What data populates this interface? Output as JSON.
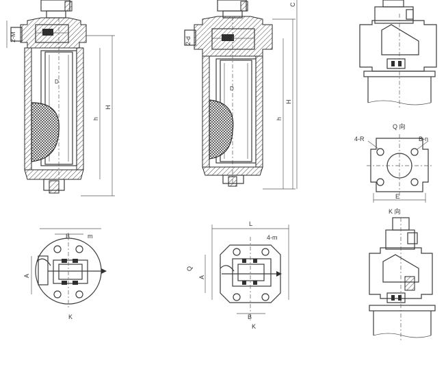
{
  "labels": {
    "v1_port": "2-M",
    "v1_d": "D",
    "v1_h": "h",
    "v1_H": "H",
    "v2_port": "2-d",
    "v2_d": "D",
    "v2_h": "h",
    "v2_H": "H",
    "v2_C": "C",
    "p1_B": "B",
    "p1_m": "m",
    "p1_A": "A",
    "p1_K": "K",
    "p2_L": "L",
    "p2_4m": "4-m",
    "p2_Q": "Q",
    "p2_A": "A",
    "p2_B": "B",
    "p2_K": "K",
    "q_view": "Q 向",
    "q_4R": "4-R",
    "q_Bn": "B-n",
    "q_E": "E",
    "k_view": "K 向"
  },
  "colors": {
    "line": "#2a2a2a",
    "background": "#ffffff"
  }
}
